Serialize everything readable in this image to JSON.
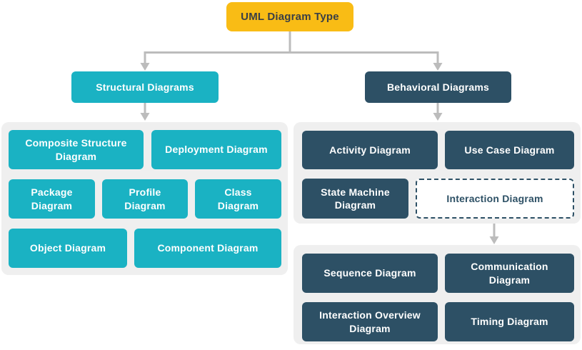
{
  "title": "UML Diagram Type",
  "colors": {
    "canvas_bg": "#FFFFFF",
    "root_bg": "#F9BC15",
    "root_text": "#3A3F46",
    "teal": "#1AB2C3",
    "navy": "#2D5065",
    "group_bg": "#EFEFEF",
    "connector": "#BCBCBC",
    "node_text": "#FFFFFF"
  },
  "root": {
    "label": "UML Diagram Type"
  },
  "structural": {
    "label": "Structural Diagrams",
    "children": [
      "Composite Structure\nDiagram",
      "Deployment Diagram",
      "Package\nDiagram",
      "Profile\nDiagram",
      "Class\nDiagram",
      "Object Diagram",
      "Component Diagram"
    ]
  },
  "behavioral": {
    "label": "Behavioral Diagrams",
    "children": [
      "Activity Diagram",
      "Use Case Diagram",
      "State Machine\nDiagram",
      "Interaction Diagram"
    ],
    "interaction_children": [
      "Sequence Diagram",
      "Communication\nDiagram",
      "Interaction Overview\nDiagram",
      "Timing Diagram"
    ]
  }
}
